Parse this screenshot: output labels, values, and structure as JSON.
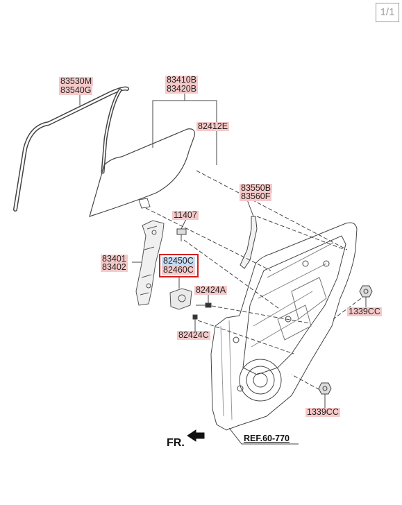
{
  "page_indicator": "1/1",
  "parts": {
    "weatherstrip_a": "83530M",
    "weatherstrip_b": "83540G",
    "glass_assy_a": "83410B",
    "glass_assy_b": "83420B",
    "glass": "82412E",
    "channel_a": "83550B",
    "channel_b": "83560F",
    "bolt": "11407",
    "regulator_a": "83401",
    "regulator_b": "83402",
    "motor_a": "82450C",
    "motor_b": "82460C",
    "screw_a": "82424A",
    "screw_c": "82424C",
    "nut_upper": "1339CC",
    "nut_lower": "1339CC"
  },
  "direction_label": "FR.",
  "reference_label": "REF.60-770",
  "highlight_color": "#d42020",
  "label_bg_color": "#f6c9c9",
  "selected_label_color": "#c5dcf5"
}
